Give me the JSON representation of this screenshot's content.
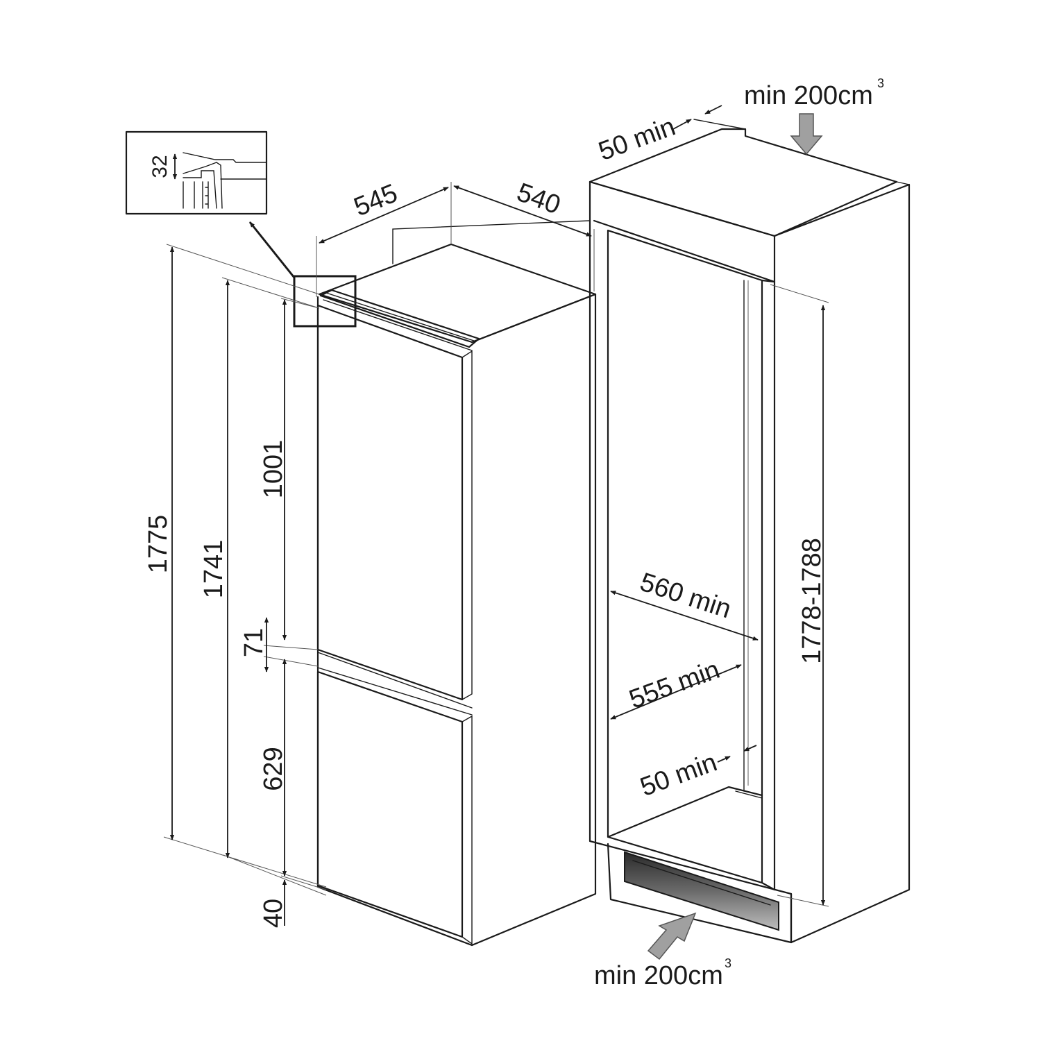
{
  "labels": {
    "d_545": "545",
    "d_540": "540",
    "d_32": "32",
    "d_1775": "1775",
    "d_1741": "1741",
    "d_1001": "1001",
    "d_71": "71",
    "d_629": "629",
    "d_40": "40",
    "d_50_min_top": "50 min",
    "d_560_min": "560 min",
    "d_555_min": "555 min",
    "d_50_min_bottom": "50 min",
    "d_1778_1788": "1778-1788",
    "vent_top_text": "min 200cm",
    "vent_top_sup": "3",
    "vent_bottom_text": "min 200cm",
    "vent_bottom_sup": "3"
  },
  "colors": {
    "line": "#1a1a1a",
    "vent_arrow": "#a0a0a0",
    "plinth_dark": "#3a3a3a",
    "background": "#ffffff"
  }
}
